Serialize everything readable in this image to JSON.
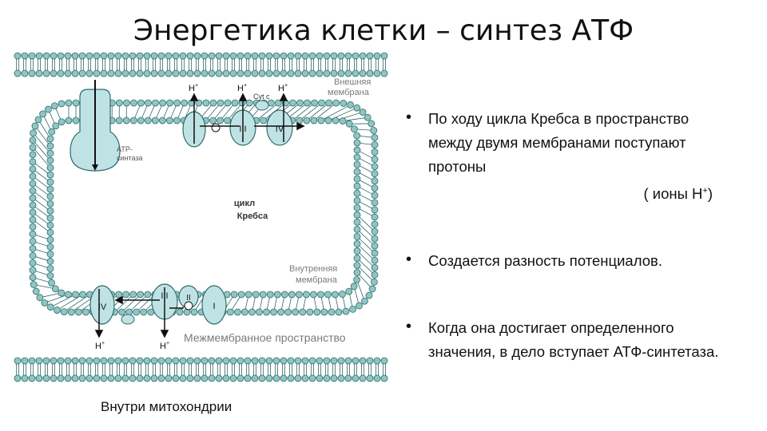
{
  "title": "Энергетика клетки –  синтез АТФ",
  "diagram": {
    "outer_membrane_label": [
      "Внешняя",
      "мембрана"
    ],
    "inner_membrane_label": [
      "Внутренняя",
      "мембрана"
    ],
    "intermembrane_label": "Межмембранное пространство",
    "krebs_label": [
      "цикл",
      "Кребса"
    ],
    "atp_synthase_label": [
      "ATP-",
      "синтаза"
    ],
    "cyt_c_label": "Cyt c",
    "proton": "H",
    "proton_sup": "+",
    "complexes": [
      "I",
      "III",
      "IV"
    ]
  },
  "bullets": [
    "По ходу цикла Кребса в пространство между двумя мембранами поступают протоны",
    "Создается разность потенциалов.",
    "Когда она достигает определенного значения, в дело вступает АТФ-синтетаза."
  ],
  "ions_text": "( ионы Н",
  "ions_sup": "+",
  "ions_close": ")",
  "caption": "Внутри митохондрии",
  "colors": {
    "membrane_head": "#8fc6c4",
    "membrane_outline": "#2f6a6a",
    "protein": "#bfe3e4",
    "text_gray": "#7a7a7a"
  }
}
